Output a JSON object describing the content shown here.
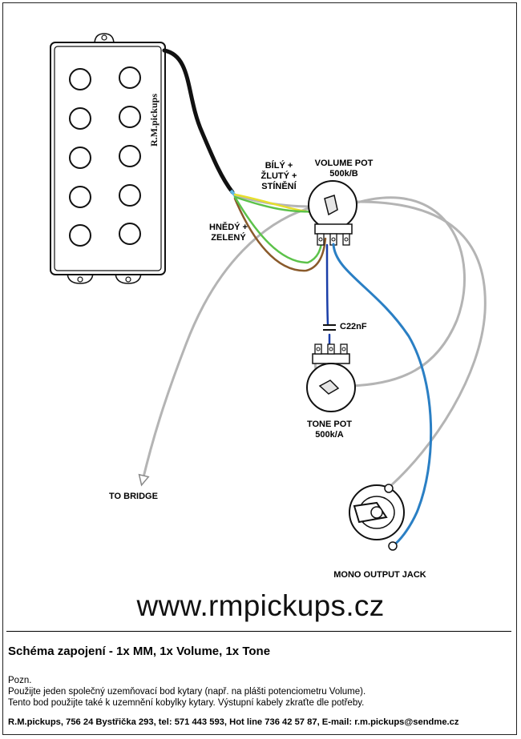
{
  "pickup": {
    "brand_label": "R.M.pickups"
  },
  "labels": {
    "white_yellow_shield": "BÍLÝ +\nŽLUTÝ +\nSTÍNĚNÍ",
    "brown_green": "HNĚDÝ +\nZELENÝ",
    "volume_pot": "VOLUME POT\n500k/B",
    "capacitor": "C22nF",
    "tone_pot": "TONE POT\n500k/A",
    "to_bridge": "TO BRIDGE",
    "output_jack": "MONO OUTPUT JACK"
  },
  "website": "www.rmpickups.cz",
  "footer": {
    "title": "Schéma zapojení - 1x MM, 1x Volume, 1x Tone",
    "note_heading": "Pozn.",
    "note_line1": "Použijte jeden společný uzemňovací bod kytary (např. na plášti potenciometru Volume).",
    "note_line2": "Tento bod použijte také k uzemnění kobylky kytary. Výstupní kabely zkraťte dle potřeby.",
    "contact": "R.M.pickups, 756 24 Bystřička 293, tel: 571 443 593, Hot line 736 42 57 87, E-mail: r.m.pickups@sendme.cz"
  },
  "colors": {
    "ground_wire": "#b4b4b4",
    "hot_wire_dark": "#1a3ea8",
    "hot_wire_light": "#2a7fc4",
    "brown_wire": "#8a5a2b",
    "green_wire": "#5cc24a",
    "yellow_wire": "#e6df2e",
    "cable": "#111111"
  }
}
